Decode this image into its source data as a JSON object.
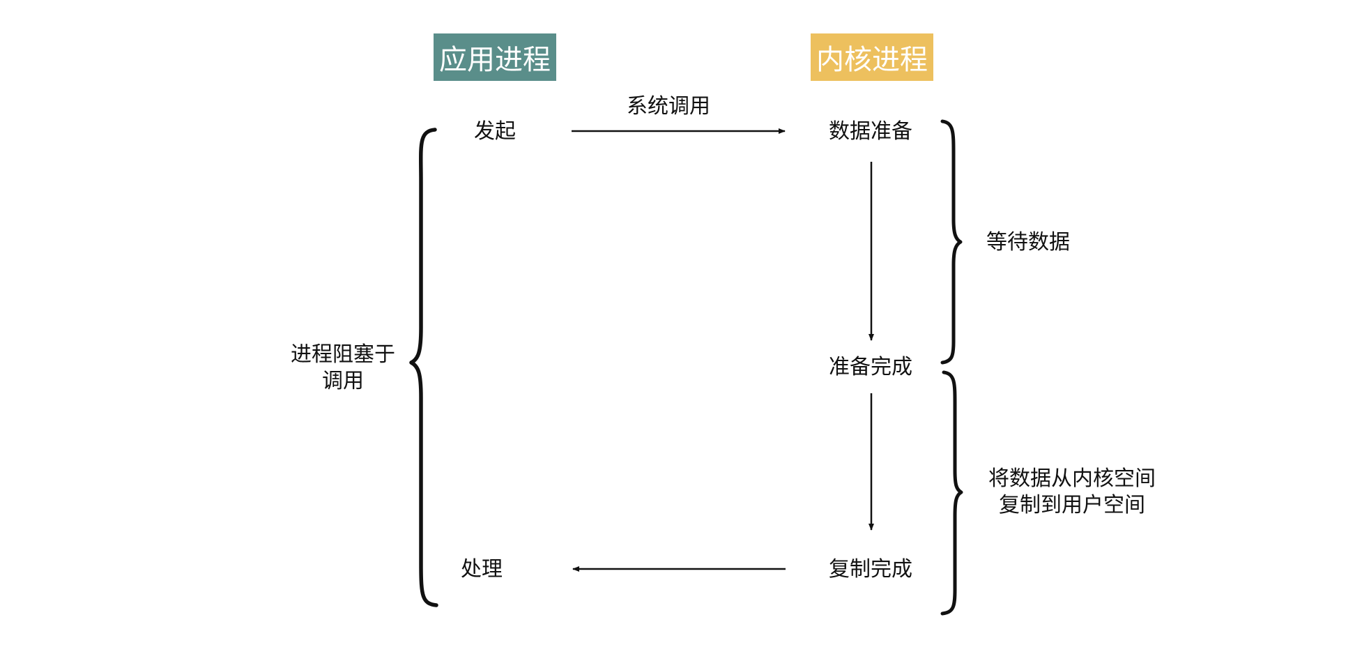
{
  "headers": {
    "app_process": {
      "label": "应用进程",
      "color": "#5a8e8a"
    },
    "kernel_process": {
      "label": "内核进程",
      "color": "#edc05e"
    }
  },
  "app_steps": {
    "initiate": "发起",
    "process": "处理"
  },
  "kernel_steps": {
    "data_prepare": "数据准备",
    "prepare_done": "准备完成",
    "copy_done": "复制完成"
  },
  "edges": {
    "syscall": "系统调用"
  },
  "brackets": {
    "blocked": "进程阻塞于调用",
    "wait_data": "等待数据",
    "copy_data": "将数据从内核空间复制到用户空间"
  },
  "colors": {
    "ink": "#111111"
  }
}
